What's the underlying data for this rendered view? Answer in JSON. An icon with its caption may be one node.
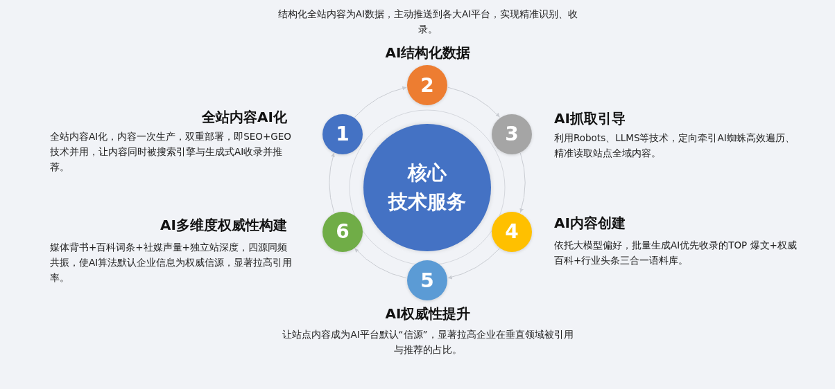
{
  "diagram": {
    "nodes": [
      {
        "text": [
          "核心技术服务"
        ]
      },
      {
        "text": [
          "1",
          "全站内容AI化"
        ],
        "beside": [
          "全站内容AI化，内容一次生产，双重部署，即SEO+GEO技术并用，让内容同时被搜索引擎与生成式AI收录并推荐。"
        ]
      },
      {
        "text": [
          "AI结构化数据",
          "2"
        ],
        "beside": [
          "结构化全站内容为AI数据，主动推送到各大AI平台，实现精准识别、收录。"
        ]
      },
      {
        "text": [
          "3",
          "AI抓取引导"
        ],
        "beside": [
          "利用Robots、LLMS等技术，定向牵引AI蜘蛛高效遍历、精准读取站点全域内容。"
        ]
      },
      {
        "text": [
          "4",
          "AI内容创建"
        ],
        "beside": [
          "依托大模型偏好，批量生成AI优先收录的TOP 爆文+权威百科+行业头条三合一语料库。"
        ]
      },
      {
        "text": [
          "5",
          "AI权威性提升"
        ],
        "beside": [
          "让站点内容成为AI平台默认“信源”，显著拉高企业在垂直领域被引用与推荐的占比。"
        ]
      },
      {
        "text": [
          "6",
          "AI多维度权威性构建"
        ],
        "beside": [
          "媒体背书+百科词条+社媒声量+独立站深度，四源同频共振，使AI算法默认企业信息为权威信源，显著拉高引用率。"
        ]
      }
    ],
    "edges": [
      {
        "from": 1,
        "to": 2,
        "arrow": "to"
      },
      {
        "from": 2,
        "to": 3,
        "arrow": "to"
      },
      {
        "from": 3,
        "to": 4,
        "arrow": "to"
      },
      {
        "from": 4,
        "to": 5,
        "arrow": "to"
      },
      {
        "from": 5,
        "to": 6,
        "arrow": "to"
      },
      {
        "from": 6,
        "to": 1,
        "arrow": "to"
      }
    ]
  }
}
